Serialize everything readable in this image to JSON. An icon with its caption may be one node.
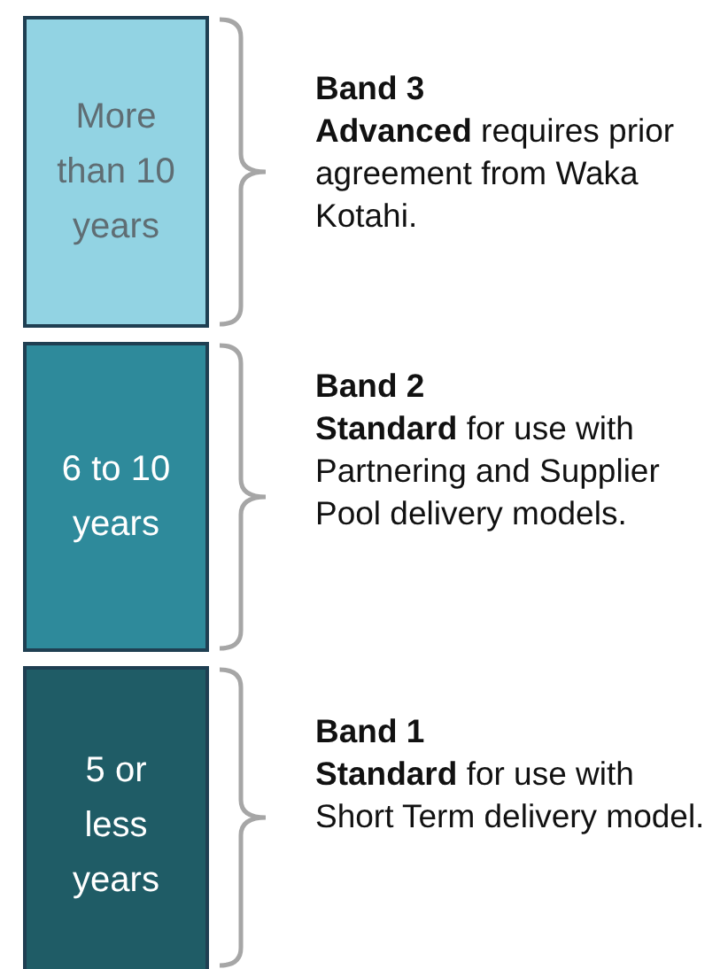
{
  "diagram": {
    "nodes": [
      {
        "text": [
          "More than 10 years"
        ],
        "beside": [
          "Band 3",
          "**Advanced** requires prior agreement from Waka Kotahi."
        ]
      },
      {
        "text": [
          "6 to 10 years"
        ],
        "beside": [
          "Band 2",
          "**Standard** for use with Partnering and Supplier Pool delivery models."
        ]
      },
      {
        "text": [
          "5 or less years"
        ],
        "beside": [
          "Band 1",
          "**Standard** for use with Short Term delivery model."
        ]
      }
    ]
  }
}
